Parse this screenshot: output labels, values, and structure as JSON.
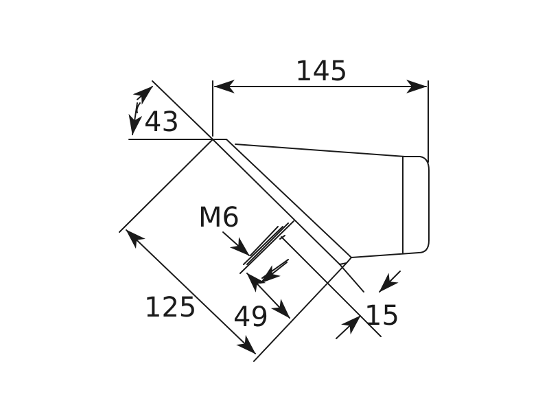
{
  "drawing": {
    "type": "technical-dimension-drawing",
    "subject": "wall-mounted angled bracket / holder",
    "line_color": "#1a1a1a",
    "background": "#ffffff"
  },
  "dimensions": {
    "length_top": {
      "label": "145",
      "unit": "mm"
    },
    "angle": {
      "label": "43",
      "unit": "deg"
    },
    "base_length": {
      "label": "125",
      "unit": "mm"
    },
    "base_width": {
      "label": "49",
      "unit": "mm"
    },
    "flange_thickness": {
      "label": "15",
      "unit": "mm"
    },
    "thread": {
      "label": "M6"
    }
  }
}
